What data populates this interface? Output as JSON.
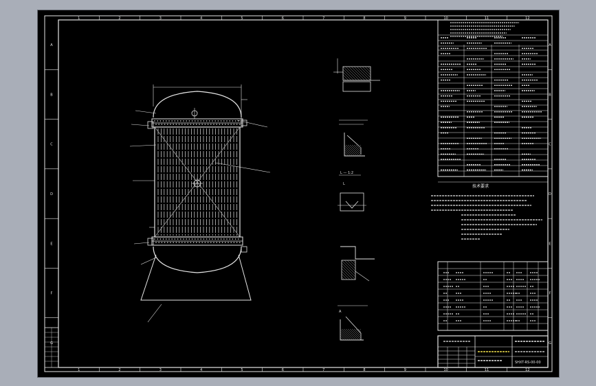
{
  "colors": {
    "workspace": "#a9aeb8",
    "sheet_background": "#000000",
    "line_white": "#e6e6e6",
    "line_gray": "#9a9a9a",
    "accent_yellow": "#f0e04a"
  },
  "border_grid": {
    "columns_top": [
      "1",
      "2",
      "3",
      "4",
      "5",
      "6",
      "7",
      "8",
      "9",
      "10",
      "11",
      "12"
    ],
    "columns_bottom": [
      "1",
      "2",
      "3",
      "4",
      "5",
      "6",
      "7",
      "8",
      "9",
      "10",
      "11",
      "12"
    ],
    "rows_left": [
      "A",
      "B",
      "C",
      "D",
      "E",
      "F",
      "G"
    ],
    "rows_right": [
      "A",
      "B",
      "C",
      "D",
      "E",
      "F",
      "G"
    ]
  },
  "detail_views": {
    "label_2": "L — 1:2",
    "label_3": "L",
    "label_5": "A"
  },
  "notes": {
    "title": "技术要求"
  },
  "title_block": {
    "drawing_number": "SHXT-RS-00-00"
  },
  "icons": {
    "center_mark": "crosshair-icon"
  }
}
